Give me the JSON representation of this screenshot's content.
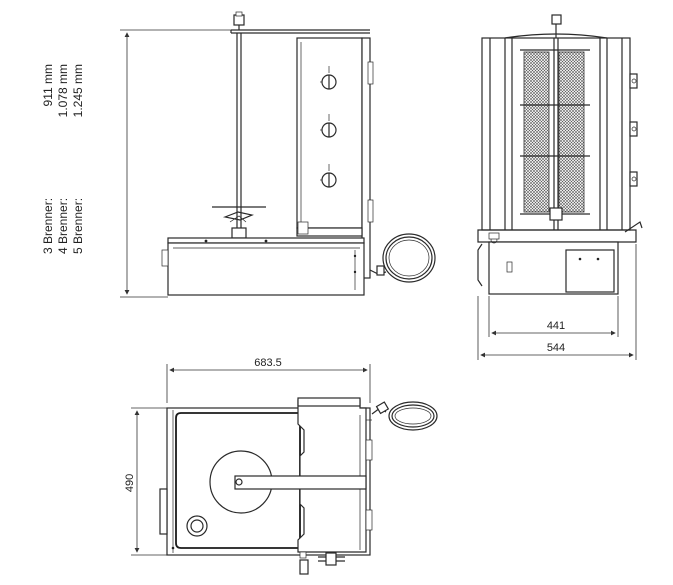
{
  "burner_specs": [
    {
      "label": "3 Brenner:",
      "value": "911 mm"
    },
    {
      "label": "4 Brenner:",
      "value": "1.078 mm"
    },
    {
      "label": "5 Brenner:",
      "value": "1.245 mm"
    }
  ],
  "dimensions": {
    "inner_width": "441",
    "total_width": "544",
    "length": "683.5",
    "depth": "490"
  },
  "colors": {
    "line": "#2a2a2a",
    "mesh": "#555555",
    "background": "#ffffff"
  }
}
